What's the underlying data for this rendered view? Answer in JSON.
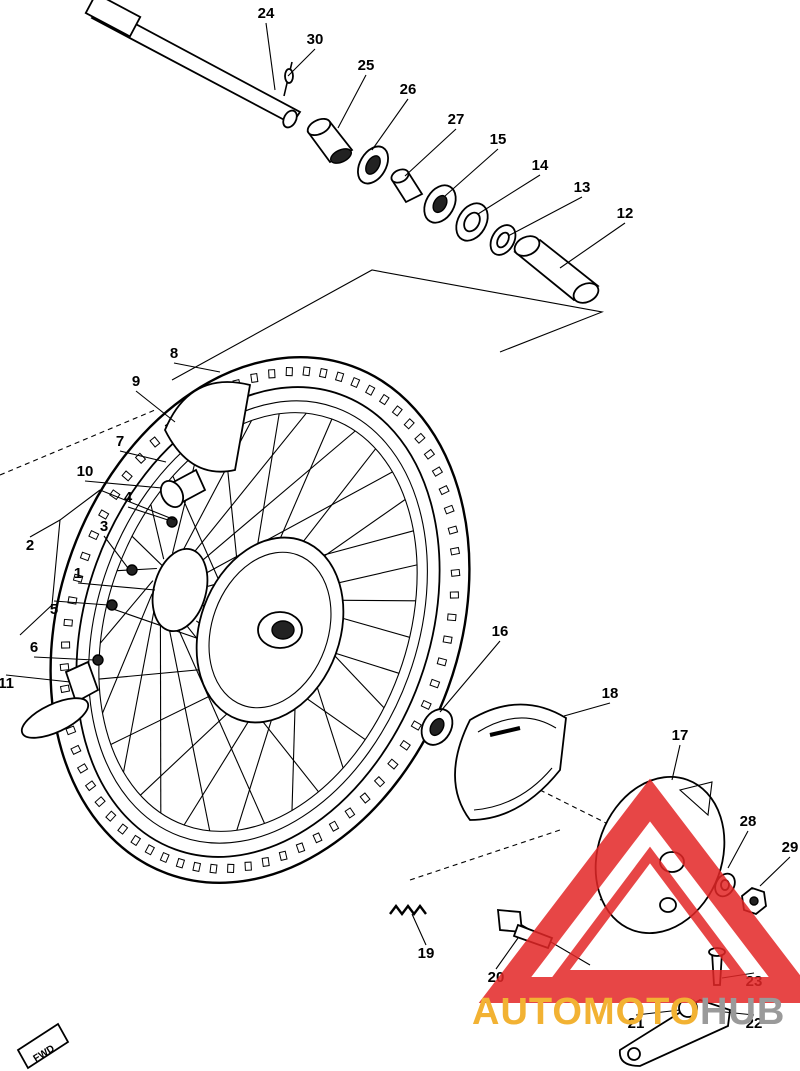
{
  "diagram": {
    "part_labels": [
      "24",
      "30",
      "25",
      "26",
      "27",
      "15",
      "14",
      "13",
      "12",
      "8",
      "9",
      "7",
      "10",
      "4",
      "3",
      "2",
      "1",
      "5",
      "6",
      "11",
      "16",
      "18",
      "17",
      "28",
      "29",
      "19",
      "20",
      "23",
      "21",
      "22"
    ],
    "direction_marker": "FWD"
  },
  "watermark": {
    "text_left": "AUTOMOTO",
    "text_right": "HUB",
    "color_left": "#f2b233",
    "color_right": "#9a9a9a",
    "logo_color": "#e32626"
  }
}
